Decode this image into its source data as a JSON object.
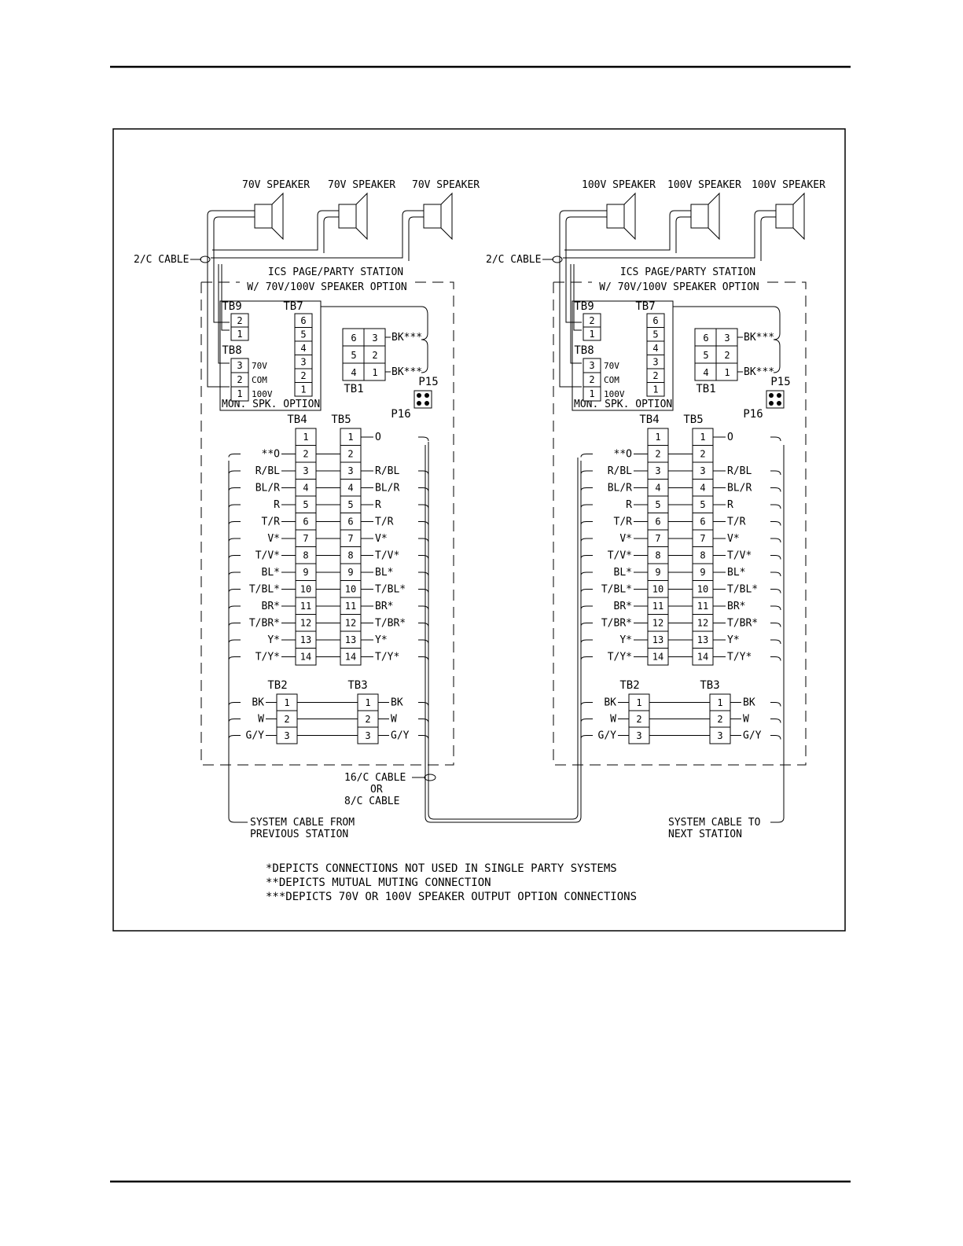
{
  "speakers": {
    "left": [
      "70V SPEAKER",
      "70V SPEAKER",
      "70V SPEAKER"
    ],
    "right": [
      "100V SPEAKER",
      "100V SPEAKER",
      "100V SPEAKER"
    ]
  },
  "cable_2c": "2/C CABLE",
  "station": {
    "title": "ICS PAGE/PARTY STATION",
    "subtitle": "W/ 70V/100V SPEAKER OPTION",
    "mon_option": "MON. SPK. OPTION"
  },
  "terminal_blocks": {
    "tb9": "TB9",
    "tb7": "TB7",
    "tb8": "TB8",
    "tb1": "TB1",
    "tb4": "TB4",
    "tb5": "TB5",
    "tb2": "TB2",
    "tb3": "TB3",
    "p15": "P15",
    "p16": "P16"
  },
  "tb8_labels": [
    "70V",
    "COM",
    "100V"
  ],
  "tb1_wire": "BK***",
  "tb4_wires": [
    "**O",
    "R/BL",
    "BL/R",
    "R",
    "T/R",
    "V*",
    "T/V*",
    "BL*",
    "T/BL*",
    "BR*",
    "T/BR*",
    "Y*",
    "T/Y*"
  ],
  "tb5_wires": [
    "O",
    "",
    "R/BL",
    "BL/R",
    "R",
    "T/R",
    "V*",
    "T/V*",
    "BL*",
    "T/BL*",
    "BR*",
    "T/BR*",
    "Y*",
    "T/Y*"
  ],
  "tb2_wires": [
    "BK",
    "W",
    "G/Y"
  ],
  "cable_16c": [
    "16/C CABLE",
    "OR",
    "8/C CABLE"
  ],
  "system_cable_from": [
    "SYSTEM CABLE FROM",
    "PREVIOUS STATION"
  ],
  "system_cable_to": [
    "SYSTEM CABLE TO",
    "NEXT STATION"
  ],
  "notes": [
    "*DEPICTS CONNECTIONS NOT USED IN SINGLE PARTY SYSTEMS",
    "**DEPICTS MUTUAL MUTING CONNECTION",
    "***DEPICTS 70V OR 100V SPEAKER OUTPUT OPTION CONNECTIONS"
  ]
}
